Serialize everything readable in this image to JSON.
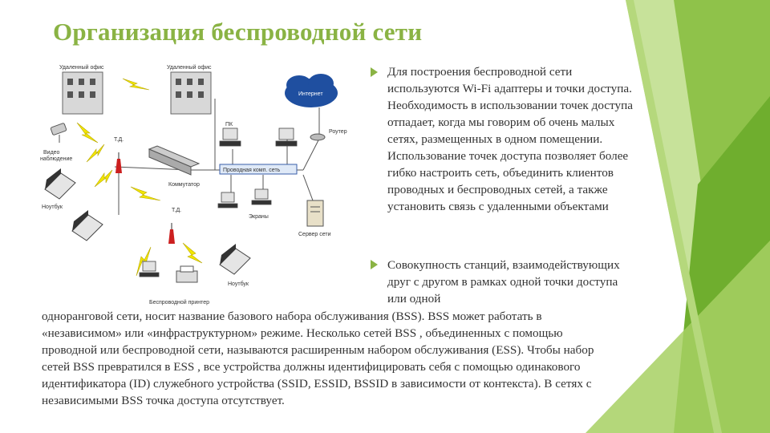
{
  "slide": {
    "title": "Организация беспроводной сети",
    "bullet1": "Для построения беспроводной сети используются Wi-Fi адаптеры и точки доступа. Необходимость в использовании точек доступа отпадает, когда мы говорим об очень малых сетях, размещенных в одном помещении. Использование точек доступа позволяет более гибко настроить сеть, объединить клиентов проводных и беспроводных сетей, а также установить связь с удаленными объектами",
    "bullet2": "Совокупность станций, взаимодействующих друг с другом в рамках одной точки доступа или одной",
    "continuation": "одноранговой сети, носит название базового набора обслуживания (BSS). BSS может работать в «независимом» или «инфраструктурном» режиме. Несколько сетей BSS , объединенных с помощью проводной или беспроводной сети, называются расширенным набором обслуживания (ESS). Чтобы набор сетей BSS превратился в ESS , все устройства должны идентифицировать себя с помощью одинакового идентификатора (ID) служебного устройства (SSID, ESSID, BSSID в зависимости от контекста). В сетях с независимыми BSS точка доступа отсутствует."
  },
  "diagram": {
    "remote_office_1": "Удаленный офис",
    "remote_office_2": "Удаленный офис",
    "internet": "Интернет",
    "pc": "ПК",
    "router": "Роутер",
    "ap_1": "Т.Д.",
    "ap_2": "Т.Д.",
    "video": "Видео наблюдение",
    "notebook_1": "Ноутбук",
    "notebook_2": "Ноутбук",
    "wired_segment": "Проводная комп. сеть",
    "switch": "Коммутатор",
    "screens": "Экраны",
    "server": "Сервер сети",
    "printer": "Беспроводной принтер"
  },
  "colors": {
    "accent_green": "#8ab344",
    "text": "#333333",
    "lightning": "#f2e600",
    "internet_cloud": "#1f4fa0"
  }
}
